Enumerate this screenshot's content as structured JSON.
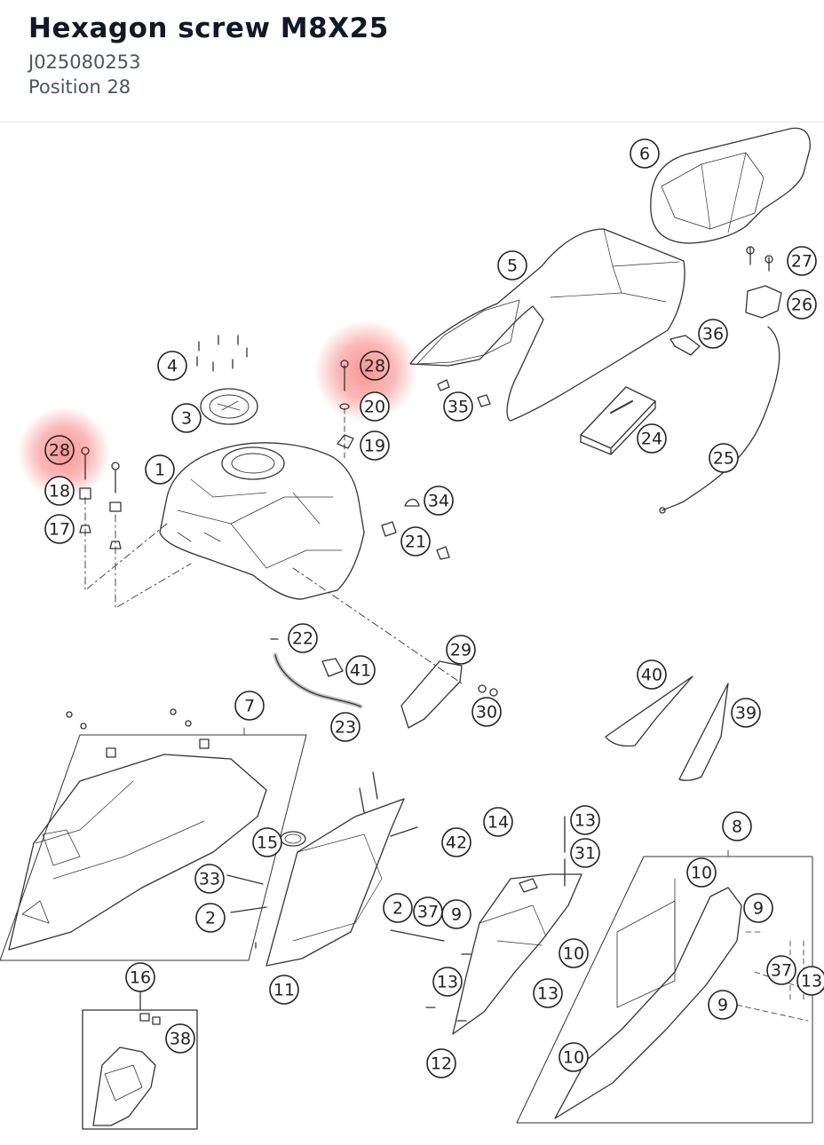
{
  "header": {
    "title": "Hexagon screw M8X25",
    "part_number": "J025080253",
    "position": "Position 28"
  },
  "highlight_color": "#f87171",
  "callouts": [
    {
      "id": "c6",
      "label": "6",
      "highlighted": false
    },
    {
      "id": "c5",
      "label": "5",
      "highlighted": false
    },
    {
      "id": "c27",
      "label": "27",
      "highlighted": false
    },
    {
      "id": "c26",
      "label": "26",
      "highlighted": false
    },
    {
      "id": "c36",
      "label": "36",
      "highlighted": false
    },
    {
      "id": "c4",
      "label": "4",
      "highlighted": false
    },
    {
      "id": "c28a",
      "label": "28",
      "highlighted": true
    },
    {
      "id": "c20",
      "label": "20",
      "highlighted": false
    },
    {
      "id": "c35",
      "label": "35",
      "highlighted": false
    },
    {
      "id": "c3",
      "label": "3",
      "highlighted": false
    },
    {
      "id": "c19",
      "label": "19",
      "highlighted": false
    },
    {
      "id": "c24",
      "label": "24",
      "highlighted": false
    },
    {
      "id": "c25",
      "label": "25",
      "highlighted": false
    },
    {
      "id": "c28b",
      "label": "28",
      "highlighted": true
    },
    {
      "id": "c1",
      "label": "1",
      "highlighted": false
    },
    {
      "id": "c18",
      "label": "18",
      "highlighted": false
    },
    {
      "id": "c34",
      "label": "34",
      "highlighted": false
    },
    {
      "id": "c17",
      "label": "17",
      "highlighted": false
    },
    {
      "id": "c21",
      "label": "21",
      "highlighted": false
    },
    {
      "id": "c22",
      "label": "22",
      "highlighted": false
    },
    {
      "id": "c29",
      "label": "29",
      "highlighted": false
    },
    {
      "id": "c41",
      "label": "41",
      "highlighted": false
    },
    {
      "id": "c40",
      "label": "40",
      "highlighted": false
    },
    {
      "id": "c7",
      "label": "7",
      "highlighted": false
    },
    {
      "id": "c30",
      "label": "30",
      "highlighted": false
    },
    {
      "id": "c39",
      "label": "39",
      "highlighted": false
    },
    {
      "id": "c23",
      "label": "23",
      "highlighted": false
    },
    {
      "id": "c14",
      "label": "14",
      "highlighted": false
    },
    {
      "id": "c13a",
      "label": "13",
      "highlighted": false
    },
    {
      "id": "c8",
      "label": "8",
      "highlighted": false
    },
    {
      "id": "c15",
      "label": "15",
      "highlighted": false
    },
    {
      "id": "c42",
      "label": "42",
      "highlighted": false
    },
    {
      "id": "c31",
      "label": "31",
      "highlighted": false
    },
    {
      "id": "c10a",
      "label": "10",
      "highlighted": false
    },
    {
      "id": "c33",
      "label": "33",
      "highlighted": false
    },
    {
      "id": "c9a",
      "label": "9",
      "highlighted": false
    },
    {
      "id": "c2a",
      "label": "2",
      "highlighted": false
    },
    {
      "id": "c2b",
      "label": "2",
      "highlighted": false
    },
    {
      "id": "c37a",
      "label": "37",
      "highlighted": false
    },
    {
      "id": "c9b",
      "label": "9",
      "highlighted": false
    },
    {
      "id": "c10b",
      "label": "10",
      "highlighted": false
    },
    {
      "id": "c37b",
      "label": "37",
      "highlighted": false
    },
    {
      "id": "c13b",
      "label": "13",
      "highlighted": false
    },
    {
      "id": "c13c",
      "label": "13",
      "highlighted": false
    },
    {
      "id": "c11",
      "label": "11",
      "highlighted": false
    },
    {
      "id": "c13d",
      "label": "13",
      "highlighted": false
    },
    {
      "id": "c9c",
      "label": "9",
      "highlighted": false
    },
    {
      "id": "c16",
      "label": "16",
      "highlighted": false
    },
    {
      "id": "c38",
      "label": "38",
      "highlighted": false
    },
    {
      "id": "c12",
      "label": "12",
      "highlighted": false
    },
    {
      "id": "c10c",
      "label": "10",
      "highlighted": false
    }
  ]
}
